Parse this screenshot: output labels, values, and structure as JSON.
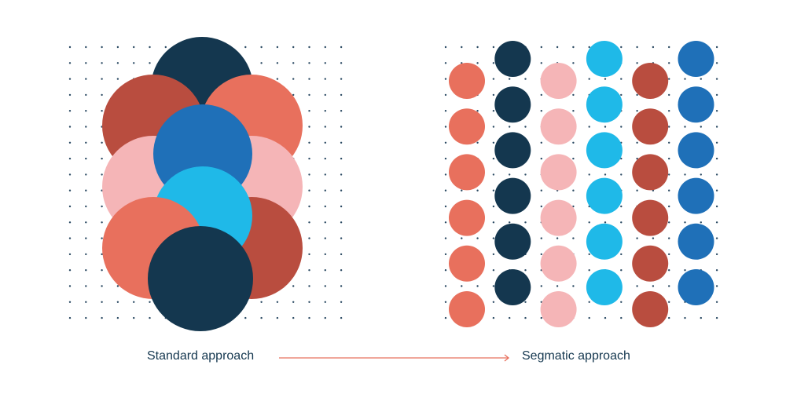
{
  "labels": {
    "standard": "Standard approach",
    "segmatic": "Segmatic approach"
  },
  "colors": {
    "navy": "#14374f",
    "brown": "#b94d3f",
    "salmon": "#e8705d",
    "pink": "#f5b5b7",
    "blue": "#1f70b8",
    "cyan": "#1fb9e8",
    "dot": "#2b4a63",
    "arrow": "#e8705d"
  },
  "standard_circles": [
    "navy",
    "brown",
    "salmon",
    "pink",
    "pink",
    "blue",
    "brown",
    "cyan",
    "salmon",
    "navy"
  ],
  "segmatic_columns": [
    {
      "color": "salmon",
      "count": 6
    },
    {
      "color": "navy",
      "count": 6
    },
    {
      "color": "pink",
      "count": 6
    },
    {
      "color": "cyan",
      "count": 6
    },
    {
      "color": "brown",
      "count": 6
    },
    {
      "color": "blue",
      "count": 6
    }
  ]
}
